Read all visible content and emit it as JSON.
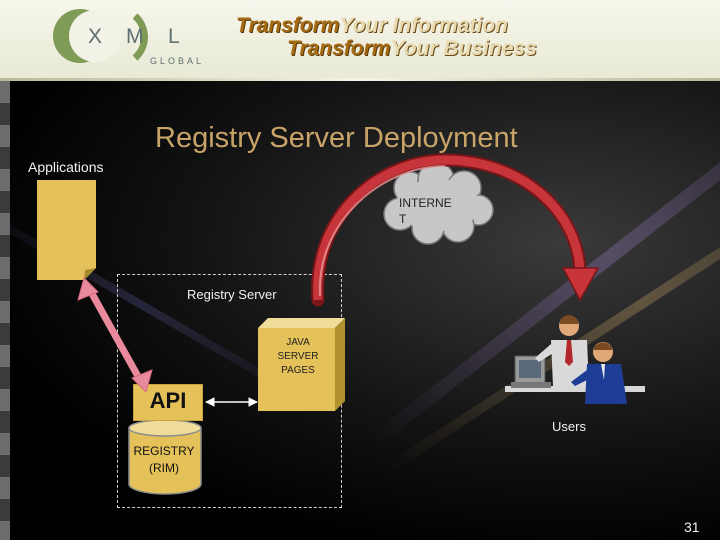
{
  "header": {
    "logo": {
      "letters": [
        "X",
        "M",
        "L"
      ],
      "subtext": "GLOBAL"
    },
    "tagline": {
      "line1_emphasis": "Transform",
      "line1_rest": "Your Information",
      "line2_emphasis": "Transform",
      "line2_rest": "Your Business"
    }
  },
  "slide": {
    "title": "Registry Server Deployment",
    "page_number": "31"
  },
  "diagram": {
    "applications_label": "Applications",
    "registry_server_label": "Registry Server",
    "jsp_label": [
      "JAVA",
      "SERVER",
      "PAGES"
    ],
    "api_label": "API",
    "registry_label": [
      "REGISTRY",
      "(RIM)"
    ],
    "internet_label": [
      "INTERNE",
      "T"
    ],
    "users_label": "Users"
  },
  "colors": {
    "title": "#c9a468",
    "box_fill": "#e4c159",
    "arrow_red": "#b3262a",
    "arrow_pink": "#e98a9c"
  },
  "icons": [
    "xml-global-logo",
    "cloud-icon",
    "users-at-computer-illustration"
  ]
}
